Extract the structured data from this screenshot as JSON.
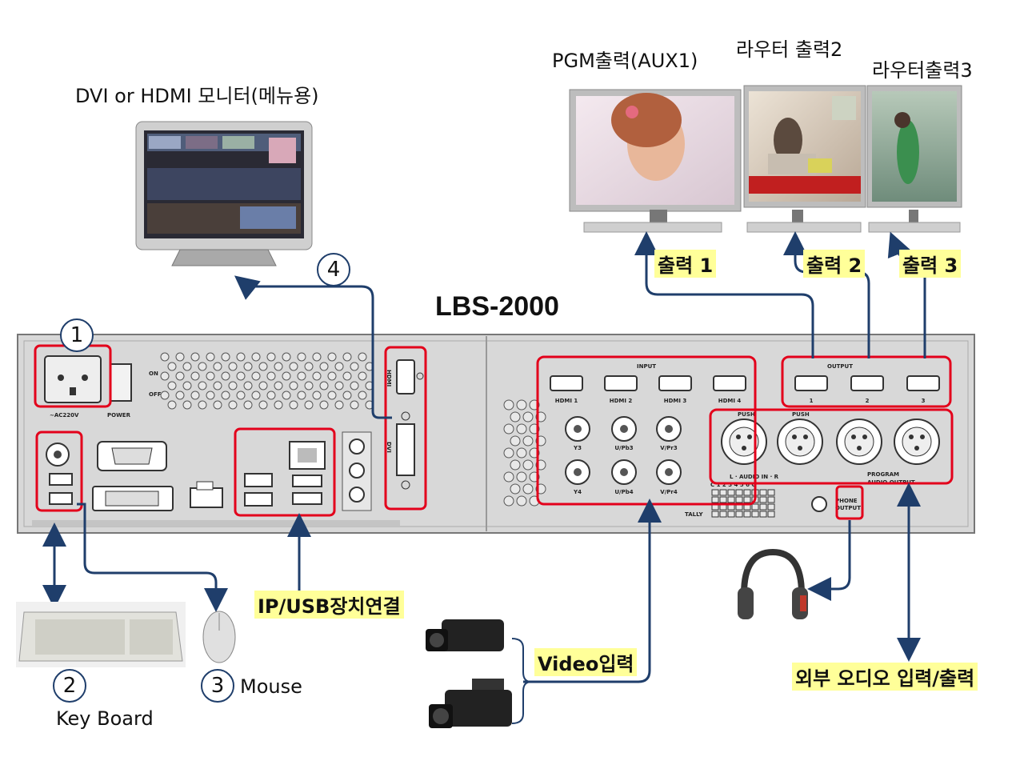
{
  "title": "LBS-2000",
  "monitor_menu": {
    "label": "DVI or HDMI 모니터(메뉴용)"
  },
  "outputs": [
    {
      "monitor_label": "PGM출력(AUX1)",
      "arrow_label": "출력 1"
    },
    {
      "monitor_label": "라우터 출력2",
      "arrow_label": "출력 2"
    },
    {
      "monitor_label": "라우터출력3",
      "arrow_label": "출력 3"
    }
  ],
  "callouts": [
    {
      "num": "1"
    },
    {
      "num": "2"
    },
    {
      "num": "3"
    },
    {
      "num": "4"
    }
  ],
  "peripherals": {
    "keyboard": "Key Board",
    "mouse": "Mouse",
    "ip_usb": "IP/USB장치연결",
    "video_in": "Video입력",
    "audio_io": "외부 오디오 입력/출력"
  },
  "panel": {
    "ac": "~AC220V",
    "power": "POWER",
    "on": "ON",
    "off": "OFF",
    "hdmi": "HDMI",
    "dvi": "DVI",
    "input": "INPUT",
    "output": "OUTPUT",
    "hdmi_in": [
      "HDMI 1",
      "HDMI 2",
      "HDMI 3",
      "HDMI 4"
    ],
    "bnc_row1": [
      "Y3",
      "U/Pb3",
      "V/Pr3"
    ],
    "bnc_row2": [
      "Y4",
      "U/Pb4",
      "V/Pr4"
    ],
    "out_nums": [
      "1",
      "2",
      "3"
    ],
    "push": "PUSH",
    "audio_in": "L  ·  AUDIO IN  ·  R",
    "program": "PROGRAM",
    "audio_output": "AUDIO OUTPUT",
    "tally_nums": "C 1 2 3 4 5 6 C",
    "tally": "TALLY",
    "phone": "PHONE",
    "phone_output": "OUTPUT"
  },
  "colors": {
    "arrow": "#1f3e6b",
    "highlight_box": "#e3001b",
    "label_bg": "#ffff99",
    "panel": "#d8d8d8"
  }
}
